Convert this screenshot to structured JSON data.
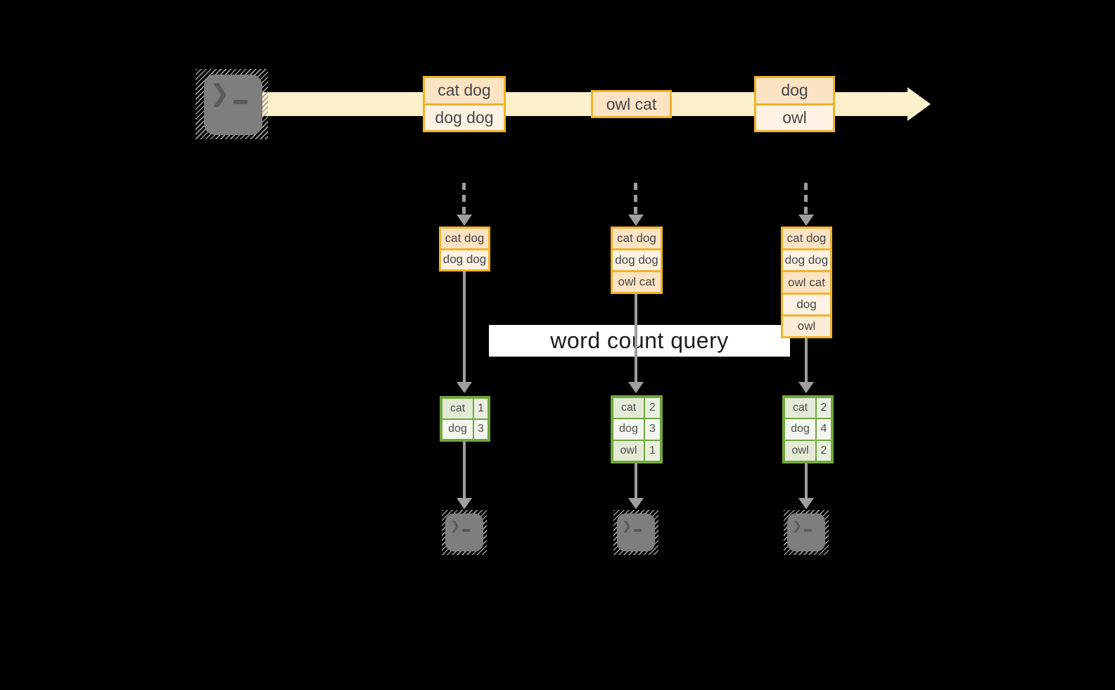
{
  "stream": {
    "events": [
      [
        "cat dog",
        "dog dog"
      ],
      [
        "owl cat"
      ],
      [
        "dog",
        "owl"
      ]
    ]
  },
  "query": {
    "label": "word count query"
  },
  "buffers": [
    [
      "cat dog",
      "dog dog"
    ],
    [
      "cat dog",
      "dog dog",
      "owl cat"
    ],
    [
      "cat dog",
      "dog dog",
      "owl cat",
      "dog",
      "owl"
    ]
  ],
  "counts": [
    [
      [
        "cat",
        "1"
      ],
      [
        "dog",
        "3"
      ]
    ],
    [
      [
        "cat",
        "2"
      ],
      [
        "dog",
        "3"
      ],
      [
        "owl",
        "1"
      ]
    ],
    [
      [
        "cat",
        "2"
      ],
      [
        "dog",
        "4"
      ],
      [
        "owl",
        "2"
      ]
    ]
  ],
  "icons": {
    "terminal_prompt": "❯"
  },
  "colors": {
    "background": "#000000",
    "band_yellow": "#FBF0C9",
    "accent_gold": "#F0B22A",
    "peach": "#FBE3C4",
    "cream": "#FDF2E3",
    "green_border": "#72A63F",
    "sage_fill": "#E3EBD6",
    "pale_fill": "#F3F6EE",
    "arrow_gray": "#9E9E9E",
    "terminal_gray": "#7E7E7E",
    "label_bg": "#FFFFFF"
  }
}
